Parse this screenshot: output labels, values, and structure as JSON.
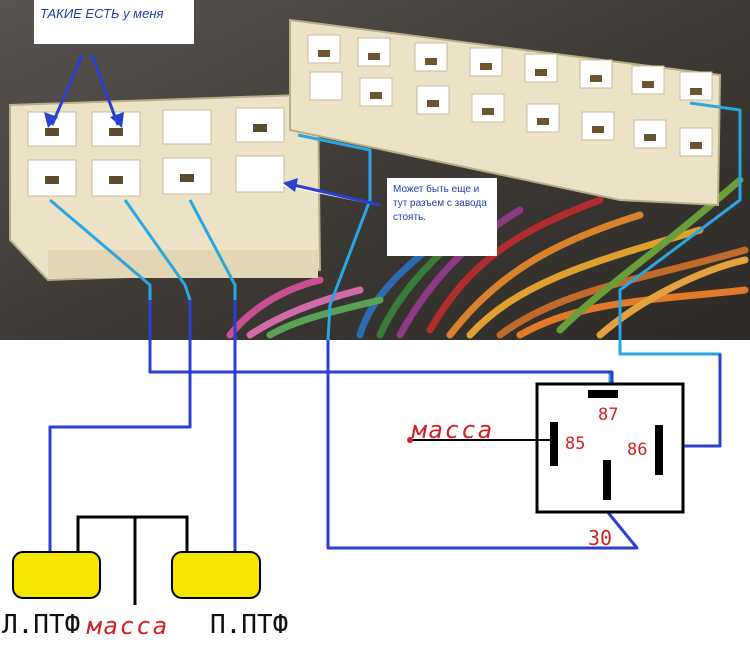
{
  "annotations": {
    "top_note": "ТАКИЕ ЕСТЬ у меня",
    "middle_note": "Может быть еще и тут разъем с завода стоять."
  },
  "relay": {
    "pin_87": "87",
    "pin_85": "85",
    "pin_86": "86",
    "pin_30": "30",
    "ground_label": "масса"
  },
  "lamps": {
    "left_label": "Л.ПТФ",
    "right_label": "П.ПТФ",
    "ground_label": "масса"
  },
  "colors": {
    "wire_blue": "#2b3fd0",
    "wire_cyan": "#2aa6e0",
    "lamp_yellow": "#f5e600",
    "label_red": "#d42020",
    "note_text": "#1f3fa8"
  }
}
